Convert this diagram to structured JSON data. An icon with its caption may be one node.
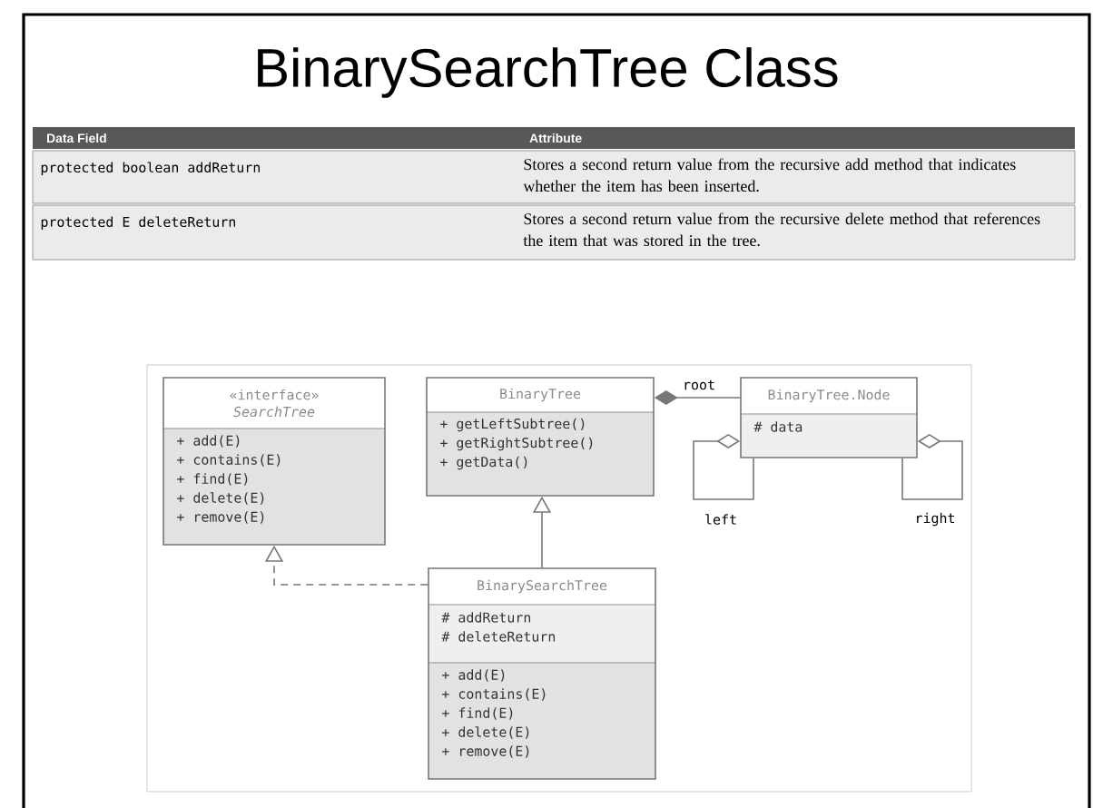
{
  "diagram": {
    "title": "BinarySearchTree Class",
    "nodes": [
      {
        "text": [
          "«interface»",
          "SearchTree",
          "+ add(E)",
          "+ contains(E)",
          "+ find(E)",
          "+ delete(E)",
          "+ remove(E)"
        ]
      },
      {
        "text": [
          "BinaryTree",
          "+ getLeftSubtree()",
          "+ getRightSubtree()",
          "+ getData()"
        ]
      },
      {
        "text": [
          "BinaryTree.Node",
          "# data"
        ]
      },
      {
        "text": [
          "BinarySearchTree",
          "# addReturn",
          "# deleteReturn",
          "+ add(E)",
          "+ contains(E)",
          "+ find(E)",
          "+ delete(E)",
          "+ remove(E)"
        ]
      }
    ],
    "edges": [
      {
        "from": 3,
        "to": 0,
        "arrow": "to",
        "style": "dashed"
      },
      {
        "from": 3,
        "to": 1,
        "arrow": "to"
      },
      {
        "from": 1,
        "to": 2,
        "arrow": "other",
        "label": "root"
      },
      {
        "from": 2,
        "to": 2,
        "arrow": "other",
        "label": "left"
      },
      {
        "from": 2,
        "to": 2,
        "arrow": "other",
        "label": "right"
      }
    ],
    "labels": [
      "Data Field",
      "Attribute",
      "protected boolean addReturn",
      "Stores a second return value from the recursive add method that indicates whether the item has been inserted.",
      "protected E deleteReturn",
      "Stores a second return value from the recursive delete method that references the item that was stored in the tree."
    ]
  }
}
